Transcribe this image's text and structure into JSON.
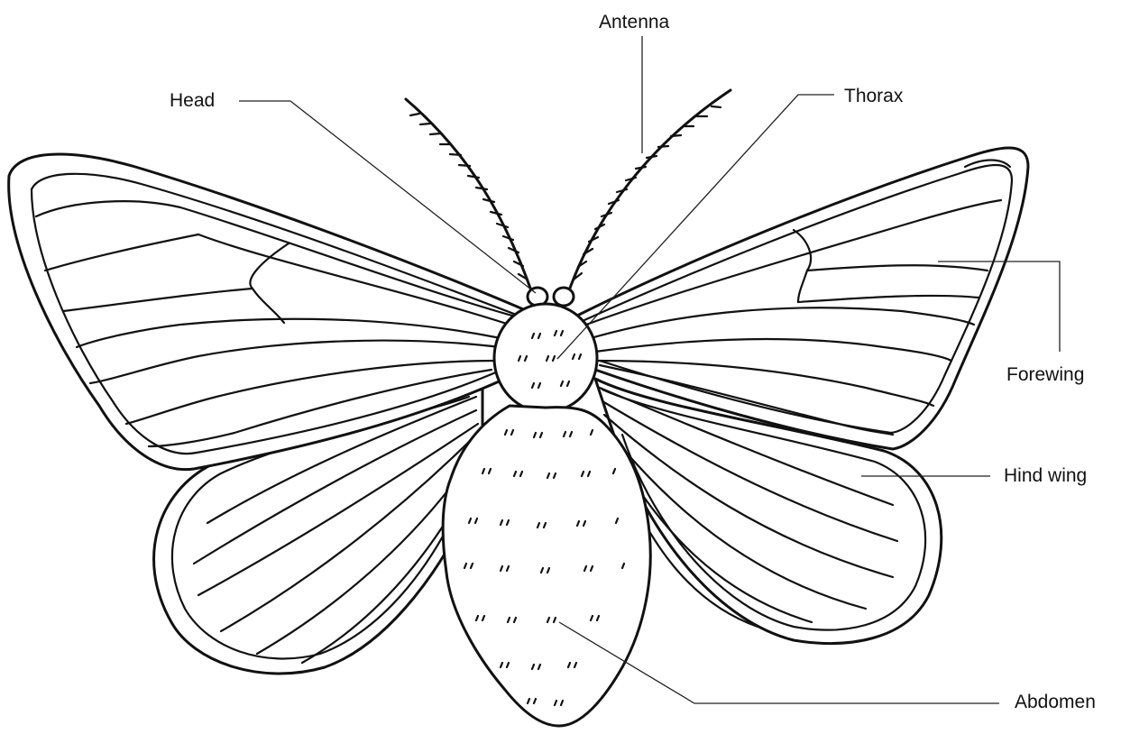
{
  "diagram": {
    "labels": {
      "antenna": "Antenna",
      "head": "Head",
      "thorax": "Thorax",
      "forewing": "Forewing",
      "hind_wing": "Hind wing",
      "abdomen": "Abdomen"
    },
    "colors": {
      "ink": "#111111",
      "background": "#ffffff"
    }
  }
}
